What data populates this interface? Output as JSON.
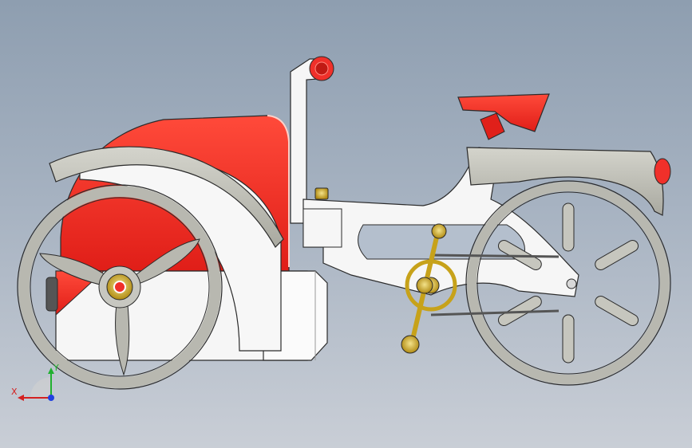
{
  "scene": {
    "kind": "cad-3d-viewport",
    "model": "tricycle",
    "colors": {
      "background_top": "#8e9eb0",
      "background_bottom": "#c9ced6",
      "red": "#f0302a",
      "white": "#f4f4f4",
      "grey_metal": "#b8b8b0",
      "gold": "#d9b21a",
      "outline": "#2b2b2b"
    }
  },
  "triad": {
    "x_label": "X",
    "y_label": "Y",
    "x_color": "#d42020",
    "y_color": "#20b030",
    "z_color": "#2040e0"
  }
}
